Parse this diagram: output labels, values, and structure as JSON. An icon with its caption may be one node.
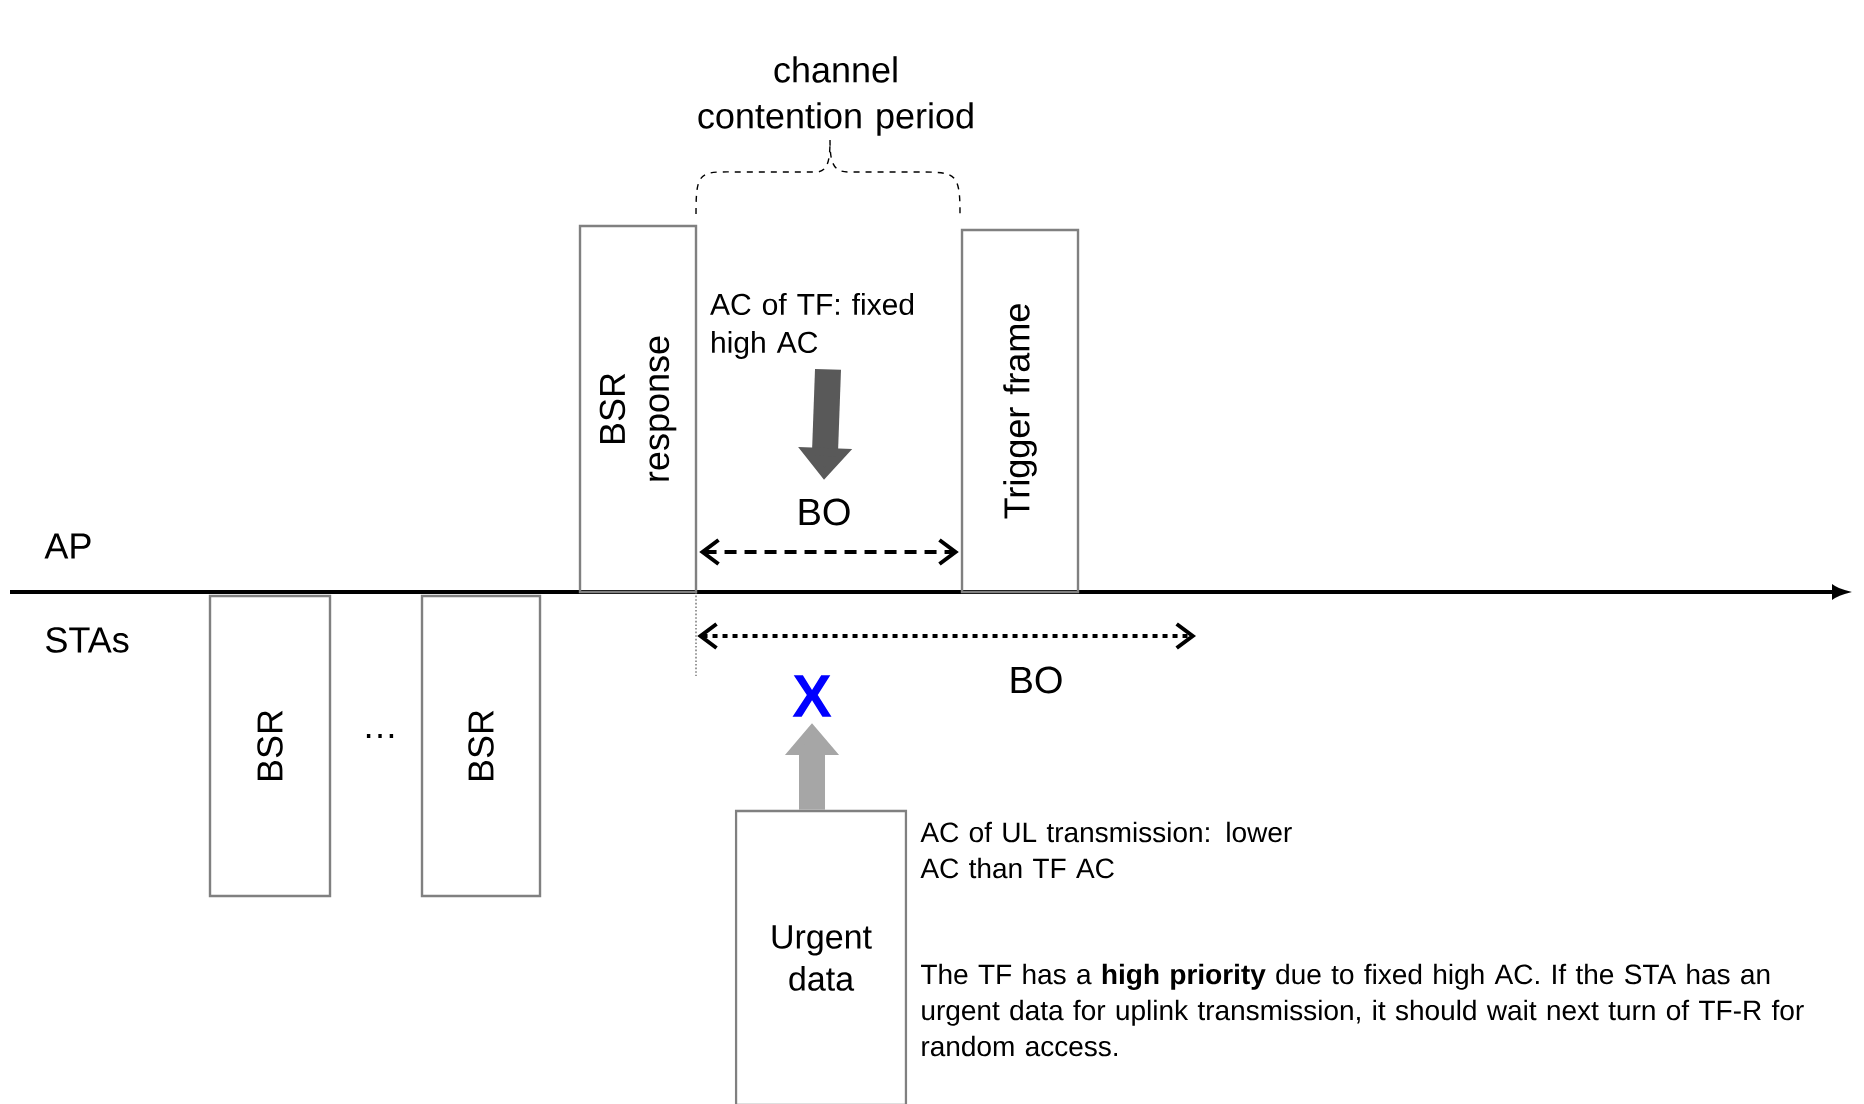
{
  "diagram": {
    "nodes": [
      {
        "text": [
          "BSR response"
        ]
      },
      {
        "text": [
          "Trigger frame"
        ]
      },
      {
        "text": [
          "BSR"
        ]
      },
      {
        "text": [
          "BSR"
        ]
      },
      {
        "text": [
          "Urgent data"
        ],
        "beside": [
          "AC of UL transmission: lower AC than TF AC",
          "The TF has a **high priority** due to fixed high AC. If the STA has an urgent data for uplink transmission, it should wait next turn of TF-R for random access."
        ]
      },
      {
        "text": [
          "X"
        ]
      },
      {
        "text": [
          "AC of TF: fixed high AC"
        ]
      }
    ],
    "edges": [
      {
        "from": 0,
        "to": 1,
        "arrow": "both",
        "style": "dashed",
        "label": "BO"
      },
      {
        "from": 0,
        "to": null,
        "arrow": "both",
        "style": "dashed",
        "label": "BO"
      },
      {
        "from": 6,
        "to": null,
        "arrow": "to",
        "style": "thick",
        "color": "#595959"
      },
      {
        "from": 4,
        "to": 5,
        "arrow": "to",
        "style": "thick",
        "color": "#a6a6a6"
      }
    ],
    "labels": [
      "channel contention period",
      "AP",
      "STAs",
      "…"
    ]
  }
}
